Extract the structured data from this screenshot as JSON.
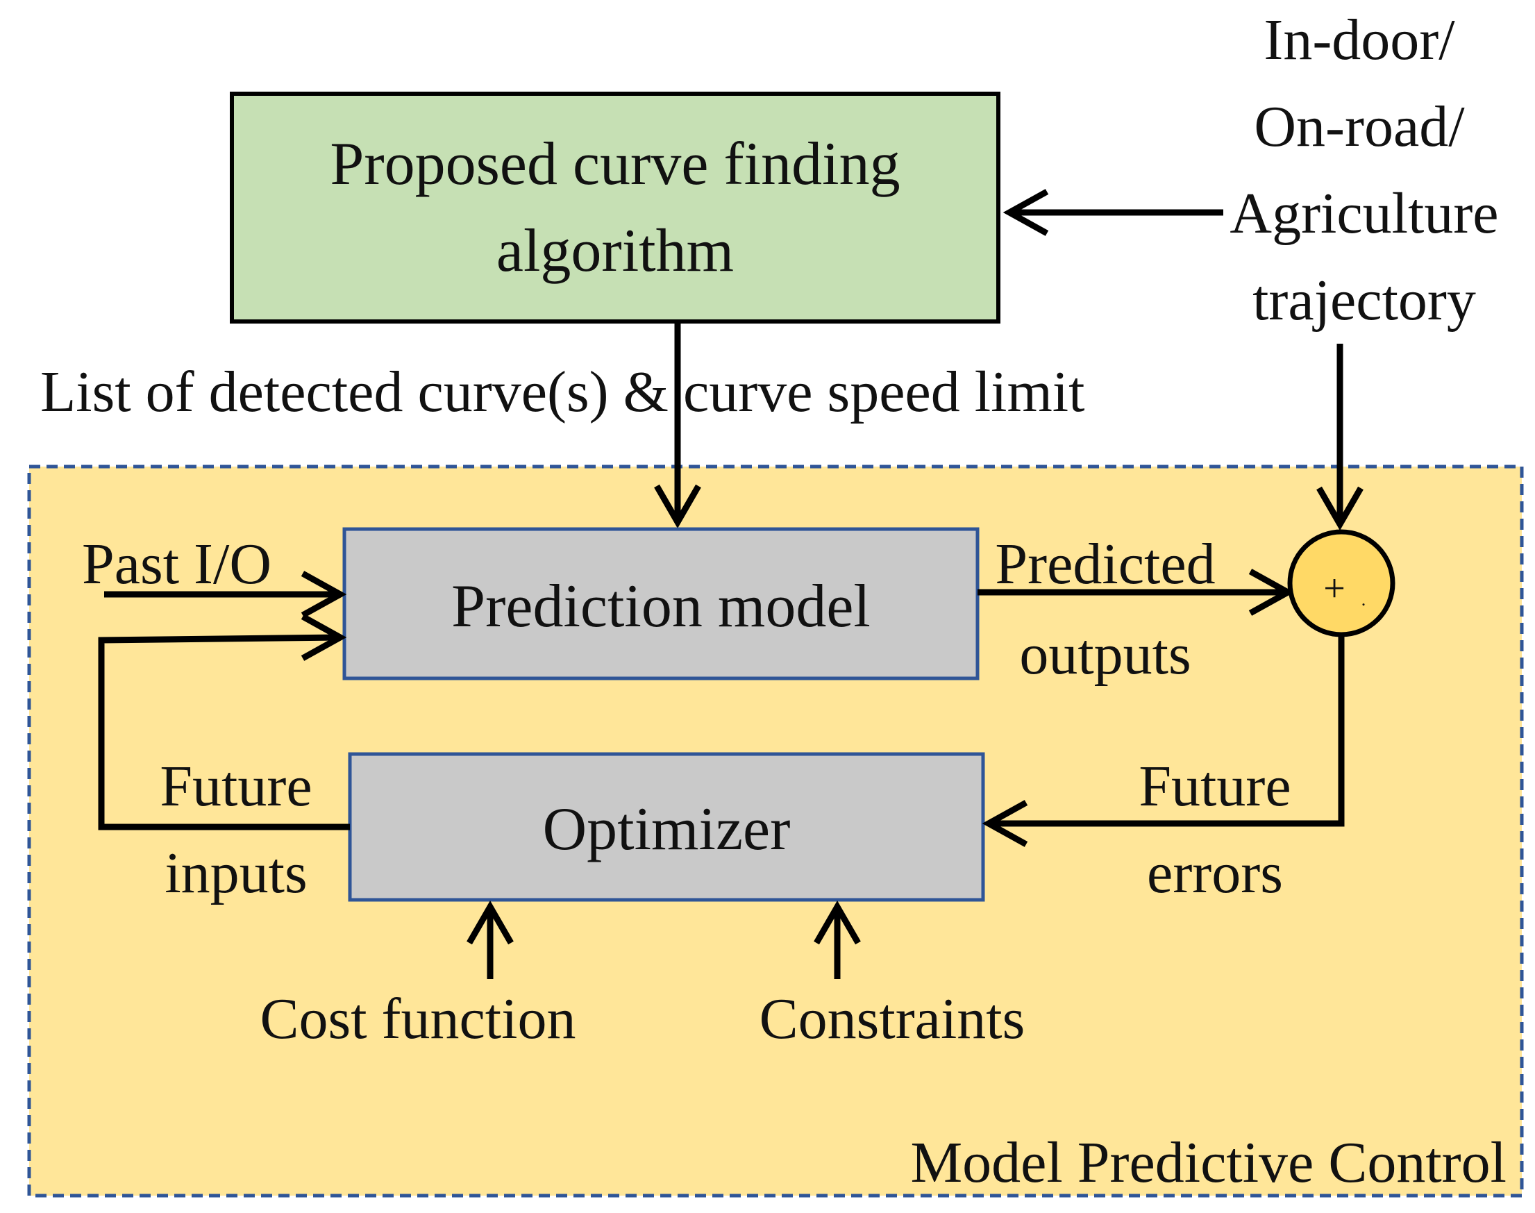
{
  "colors": {
    "algorithm_box_fill": "#c6e0b4",
    "mpc_region_fill": "#ffe699",
    "mpc_region_border": "#2f5597",
    "block_fill": "#c9c9c9",
    "block_border": "#2f5597",
    "summing_junction_fill": "#ffd966"
  },
  "algorithm_box": {
    "line1": "Proposed curve finding",
    "line2": "algorithm"
  },
  "trajectory_input": {
    "line1": "In-door/",
    "line2": "On-road/",
    "line3": "Agriculture",
    "line4": "trajectory"
  },
  "curve_output_label": "List of detected curve(s) & curve speed limit",
  "mpc": {
    "region_label": "Model Predictive Control",
    "prediction_model": "Prediction model",
    "optimizer": "Optimizer",
    "past_io": "Past I/O",
    "predicted_outputs": {
      "line1": "Predicted",
      "line2": "outputs"
    },
    "future_inputs": {
      "line1": "Future",
      "line2": "inputs"
    },
    "future_errors": {
      "line1": "Future",
      "line2": "errors"
    },
    "cost_function": "Cost function",
    "constraints": "Constraints",
    "summing_junction": {
      "sign": "+",
      "sub_mark": "."
    }
  }
}
